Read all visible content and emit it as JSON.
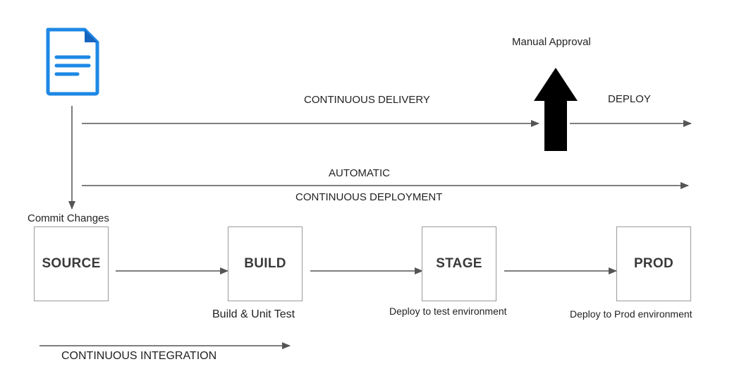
{
  "approval": {
    "label": "Manual Approval"
  },
  "flows": {
    "continuous_delivery": "CONTINUOUS DELIVERY",
    "deploy": "DEPLOY",
    "automatic": "AUTOMATIC",
    "continuous_deployment": "CONTINUOUS DEPLOYMENT",
    "commit_changes": "Commit Changes",
    "continuous_integration": "CONTINUOUS INTEGRATION"
  },
  "stages": [
    {
      "label": "SOURCE",
      "caption": ""
    },
    {
      "label": "BUILD",
      "caption": "Build & Unit Test"
    },
    {
      "label": "STAGE",
      "caption": "Deploy to test environment"
    },
    {
      "label": "PROD",
      "caption": "Deploy to Prod environment"
    }
  ],
  "colors": {
    "line": "#555555",
    "box_border": "#9a9a9a",
    "doc_blue": "#1e88e5",
    "doc_fold": "#1565c0"
  },
  "icons": {
    "document": "document-icon",
    "approval_arrow": "up-arrow-icon"
  }
}
